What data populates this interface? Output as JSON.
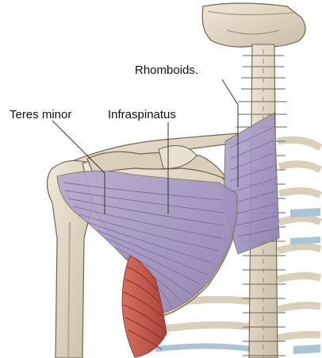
{
  "labels": {
    "rhomboids": "Rhomboids.",
    "teres_minor": "Teres minor",
    "infraspinatus": "Infraspinatus"
  },
  "colors": {
    "background": "#ffffff",
    "bone": "#e4dccb",
    "bone_shadow": "#b9ab92",
    "bone_outline": "#6f6450",
    "muscle_purple": "#a89ac2",
    "muscle_fiber": "#7e6fa0",
    "muscle_red": "#c9594a",
    "muscle_red_fiber": "#8f2f26",
    "cartilage_blue": "#aac6d6",
    "leader_line": "#333333"
  }
}
